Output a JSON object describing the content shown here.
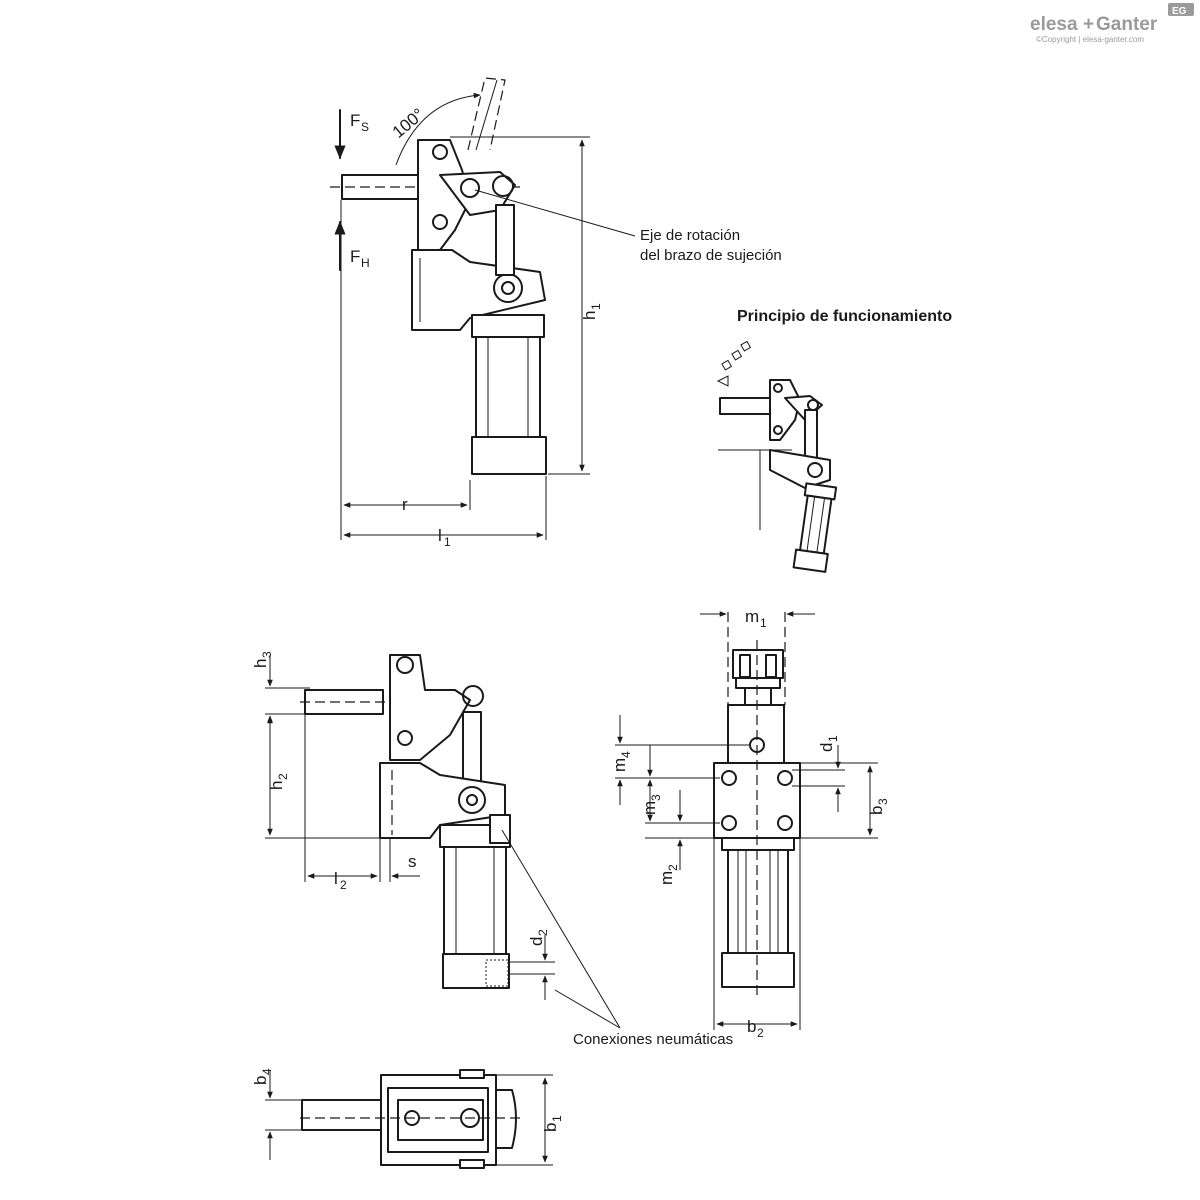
{
  "brand": {
    "logo_left": "elesa",
    "logo_plus": "+",
    "logo_right": "Ganter",
    "badge": "EG",
    "copyright": "©Copyright | elesa-ganter.com"
  },
  "labels": {
    "angle": "100°",
    "force_s": "F",
    "force_s_sub": "S",
    "force_h": "F",
    "force_h_sub": "H",
    "axis_line1": "Eje de rotación",
    "axis_line2": "del brazo de sujeción",
    "principle_title": "Principio de funcionamiento",
    "pneumatic": "Conexiones neumáticas"
  },
  "dimensions": {
    "h1": {
      "main": "h",
      "sub": "1"
    },
    "r": {
      "main": "r"
    },
    "l1": {
      "main": "l",
      "sub": "1"
    },
    "h3": {
      "main": "h",
      "sub": "3"
    },
    "h2": {
      "main": "h",
      "sub": "2"
    },
    "l2": {
      "main": "l",
      "sub": "2"
    },
    "s": {
      "main": "s"
    },
    "d2": {
      "main": "d",
      "sub": "2"
    },
    "m1": {
      "main": "m",
      "sub": "1"
    },
    "m4": {
      "main": "m",
      "sub": "4"
    },
    "m3": {
      "main": "m",
      "sub": "3"
    },
    "m2": {
      "main": "m",
      "sub": "2"
    },
    "d1": {
      "main": "d",
      "sub": "1"
    },
    "b3": {
      "main": "b",
      "sub": "3"
    },
    "b2": {
      "main": "b",
      "sub": "2"
    },
    "b4": {
      "main": "b",
      "sub": "4"
    },
    "b1": {
      "main": "b",
      "sub": "1"
    }
  }
}
